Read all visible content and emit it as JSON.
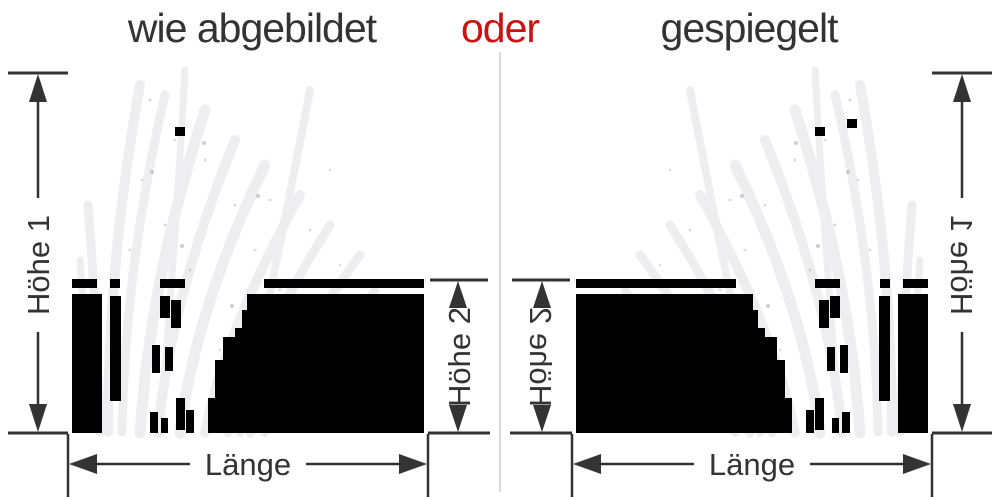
{
  "title": {
    "left_option": "wie abgebildet",
    "connector": "oder",
    "right_option": "gespiegelt"
  },
  "labels": {
    "height1": "Höhe 1",
    "height2": "Höhe 2",
    "length": "Länge"
  },
  "colors": {
    "text": "#333333",
    "accent_red": "#cc1111",
    "artwork_black": "#000000",
    "divider_gray": "#d9d9d9",
    "grass_faint": "#eeeef1"
  }
}
